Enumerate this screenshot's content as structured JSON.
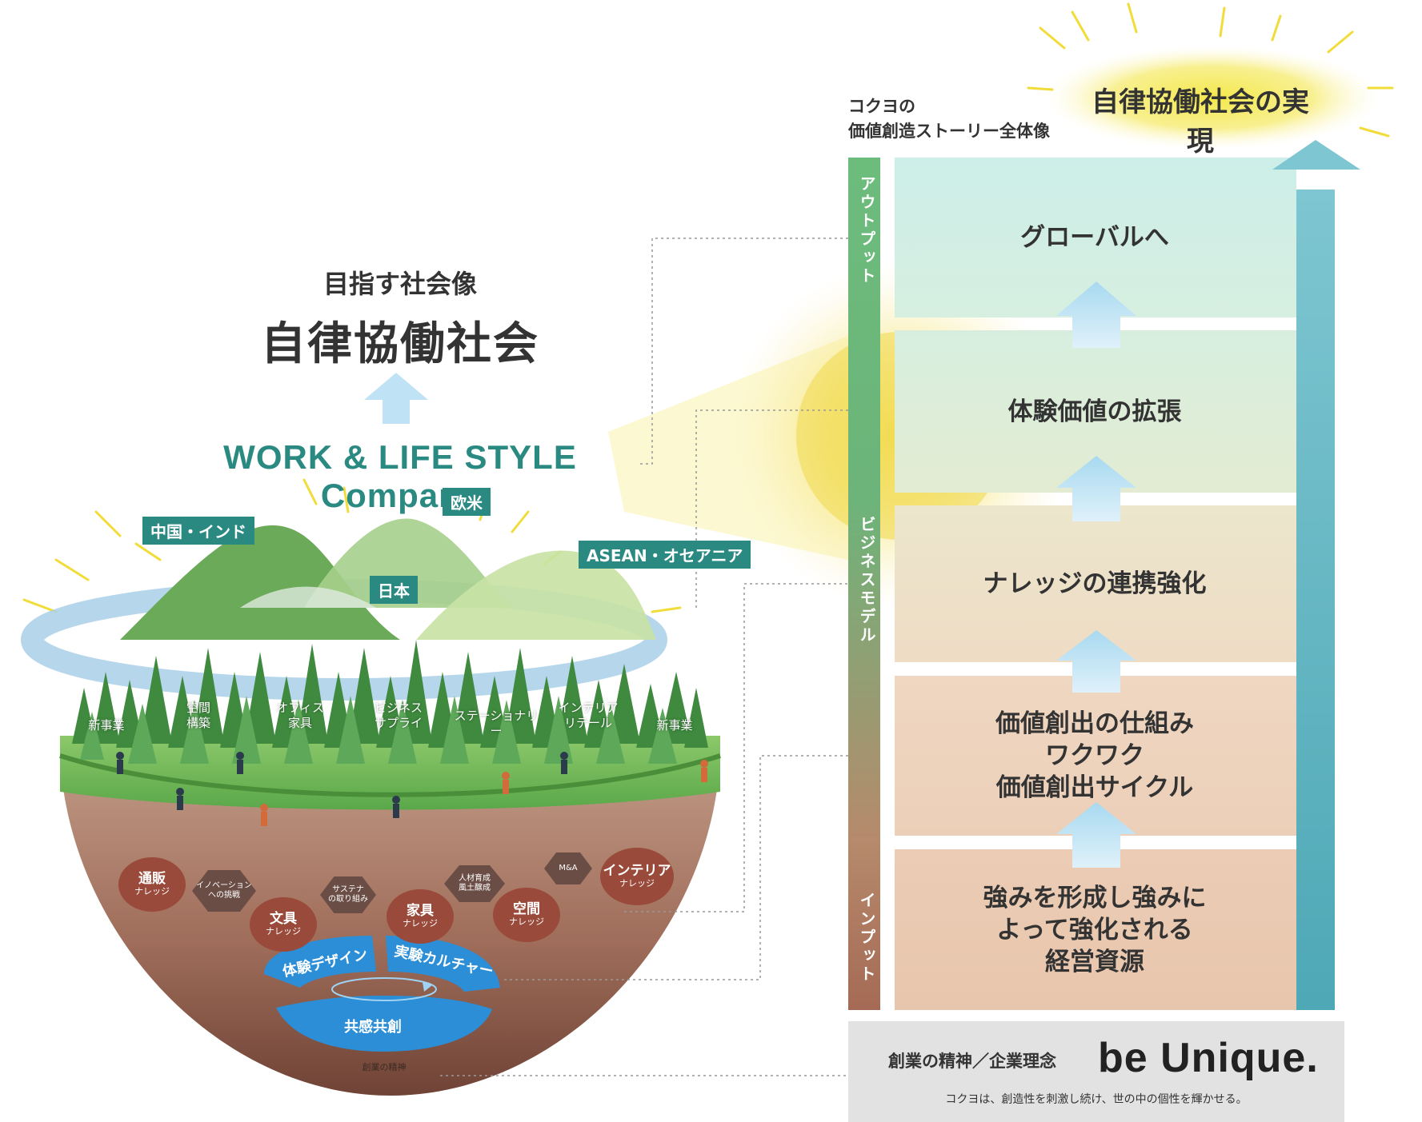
{
  "vision": {
    "subtitle": "目指す社会像",
    "title": "自律協働社会"
  },
  "company_name": "WORK & LIFE STYLE Company",
  "regions": [
    "中国・インド",
    "欧米",
    "日本",
    "ASEAN・オセアニア"
  ],
  "businesses": [
    "新事業",
    "空間\n構築",
    "オフィス\n家具",
    "ビジネス\nサプライ",
    "ステーショナリー",
    "インテリア\nリテール",
    "新事業"
  ],
  "knowledge": [
    {
      "title": "通販",
      "sub": "ナレッジ"
    },
    {
      "title": "文具",
      "sub": "ナレッジ"
    },
    {
      "title": "家具",
      "sub": "ナレッジ"
    },
    {
      "title": "空間",
      "sub": "ナレッジ"
    },
    {
      "title": "インテリア",
      "sub": "ナレッジ"
    }
  ],
  "gems": [
    "イノベーション\nへの挑戦",
    "サステナ\nの取り組み",
    "人材育成\n風土醸成",
    "M&A"
  ],
  "culture": {
    "left": "体験デザイン",
    "right": "実験カルチャー",
    "bottom": "共感共創"
  },
  "founding_spirit_small": "創業の精神",
  "story": {
    "title_line1": "コクヨの",
    "title_line2": "価値創造ストーリー全体像",
    "goal": "自律協働社会の実現",
    "phases": [
      "アウトプット",
      "ビジネスモデル",
      "インプット"
    ],
    "stages": [
      "グローバルへ",
      "体験価値の拡張",
      "ナレッジの連携強化",
      "価値創出の仕組み\nワクワク\n価値創出サイクル",
      "強みを形成し強みに\nよって強化される\n経営資源"
    ]
  },
  "footer": {
    "label": "創業の精神／企業理念",
    "philosophy": "be Unique.",
    "tagline": "コクヨは、創造性を刺激し続け、世の中の個性を輝かせる。"
  },
  "colors": {
    "teal": "#2a8a82",
    "arrow_light": "#bfe3f5",
    "arrow_blue": "#4ea8b6",
    "forest": "#4f9a4a",
    "soil": "#8c5a48",
    "culture_blue": "#2b8ed6",
    "sun": "#f5e36a"
  }
}
